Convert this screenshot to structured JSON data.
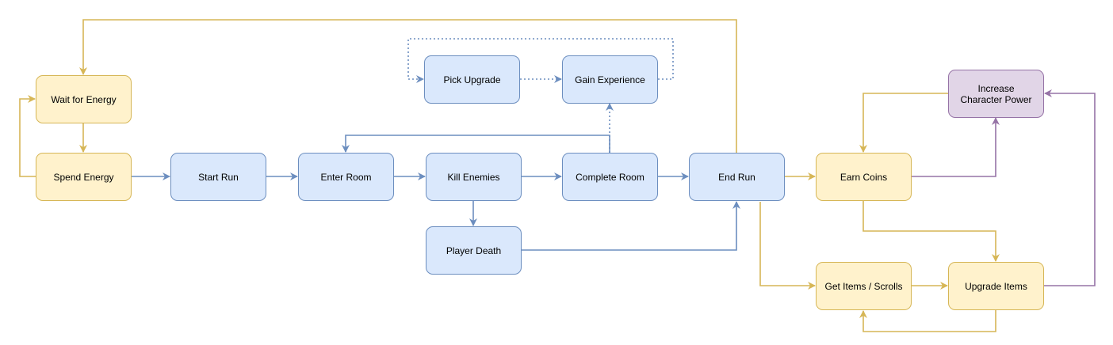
{
  "colors": {
    "blue_fill": "#dae8fc",
    "blue_stroke": "#6c8ebf",
    "yellow_fill": "#fff2cc",
    "yellow_stroke": "#d6b656",
    "purple_fill": "#e1d5e7",
    "purple_stroke": "#9673a6"
  },
  "nodes": {
    "wait_for_energy": "Wait for Energy",
    "spend_energy": "Spend Energy",
    "start_run": "Start Run",
    "enter_room": "Enter Room",
    "kill_enemies": "Kill Enemies",
    "complete_room": "Complete Room",
    "end_run": "End Run",
    "player_death": "Player Death",
    "pick_upgrade": "Pick Upgrade",
    "gain_experience": "Gain Experience",
    "earn_coins": "Earn Coins",
    "increase_character_power": "Increase Character Power",
    "get_items_scrolls": "Get Items / Scrolls",
    "upgrade_items": "Upgrade Items"
  }
}
